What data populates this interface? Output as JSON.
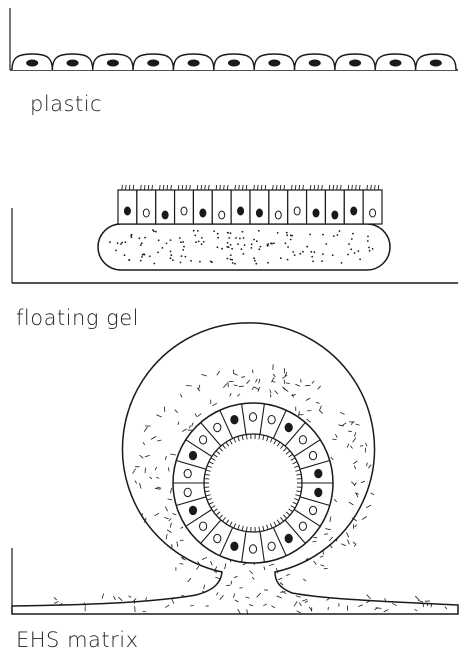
{
  "panels": [
    {
      "id": "plastic",
      "label": "plastic"
    },
    {
      "id": "floating-gel",
      "label": "floating gel"
    },
    {
      "id": "ehs-matrix",
      "label": "EHS matrix"
    }
  ],
  "colors": {
    "ink": "#1a1a1a"
  }
}
